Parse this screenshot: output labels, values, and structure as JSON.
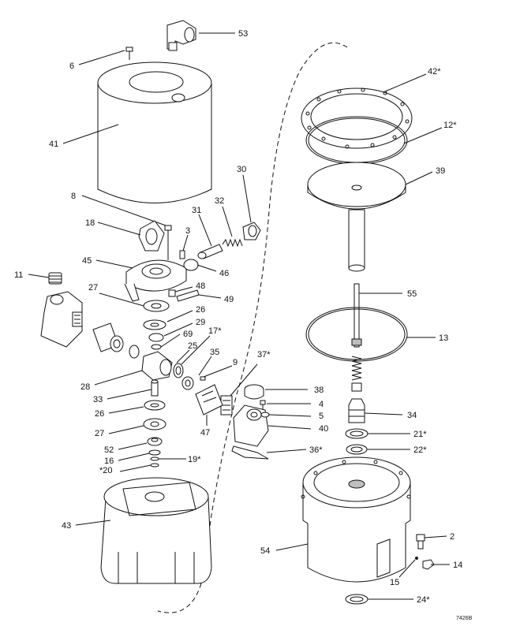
{
  "callouts": {
    "p53": "53",
    "p6": "6",
    "p41": "41",
    "p8": "8",
    "p18": "18",
    "p3": "3",
    "p31": "31",
    "p32": "32",
    "p30": "30",
    "p45": "45",
    "p46": "46",
    "p11": "11",
    "p27a": "27",
    "p48": "48",
    "p49": "49",
    "p26a": "26",
    "p29": "29",
    "p69": "69",
    "p17": "17*",
    "p25": "25",
    "p35": "35",
    "p9": "9",
    "p37": "37*",
    "p28": "28",
    "p33": "33",
    "p38": "38",
    "p26b": "26",
    "p4": "4",
    "p5": "5",
    "p40": "40",
    "p27b": "27",
    "p47": "47",
    "p36": "36*",
    "p52": "52",
    "p16": "16",
    "p19": "19*",
    "p20": "*20",
    "p43": "43",
    "p42": "42*",
    "p12": "12*",
    "p39": "39",
    "p55": "55",
    "p13": "13",
    "p34": "34",
    "p21": "21*",
    "p22": "22*",
    "p2": "2",
    "p54": "54",
    "p14": "14",
    "p15": "15",
    "p24": "24*"
  },
  "drawing_ref": "7426B",
  "colors": {
    "line": "#111111",
    "background": "#ffffff",
    "shade": "#bfbfbf"
  }
}
